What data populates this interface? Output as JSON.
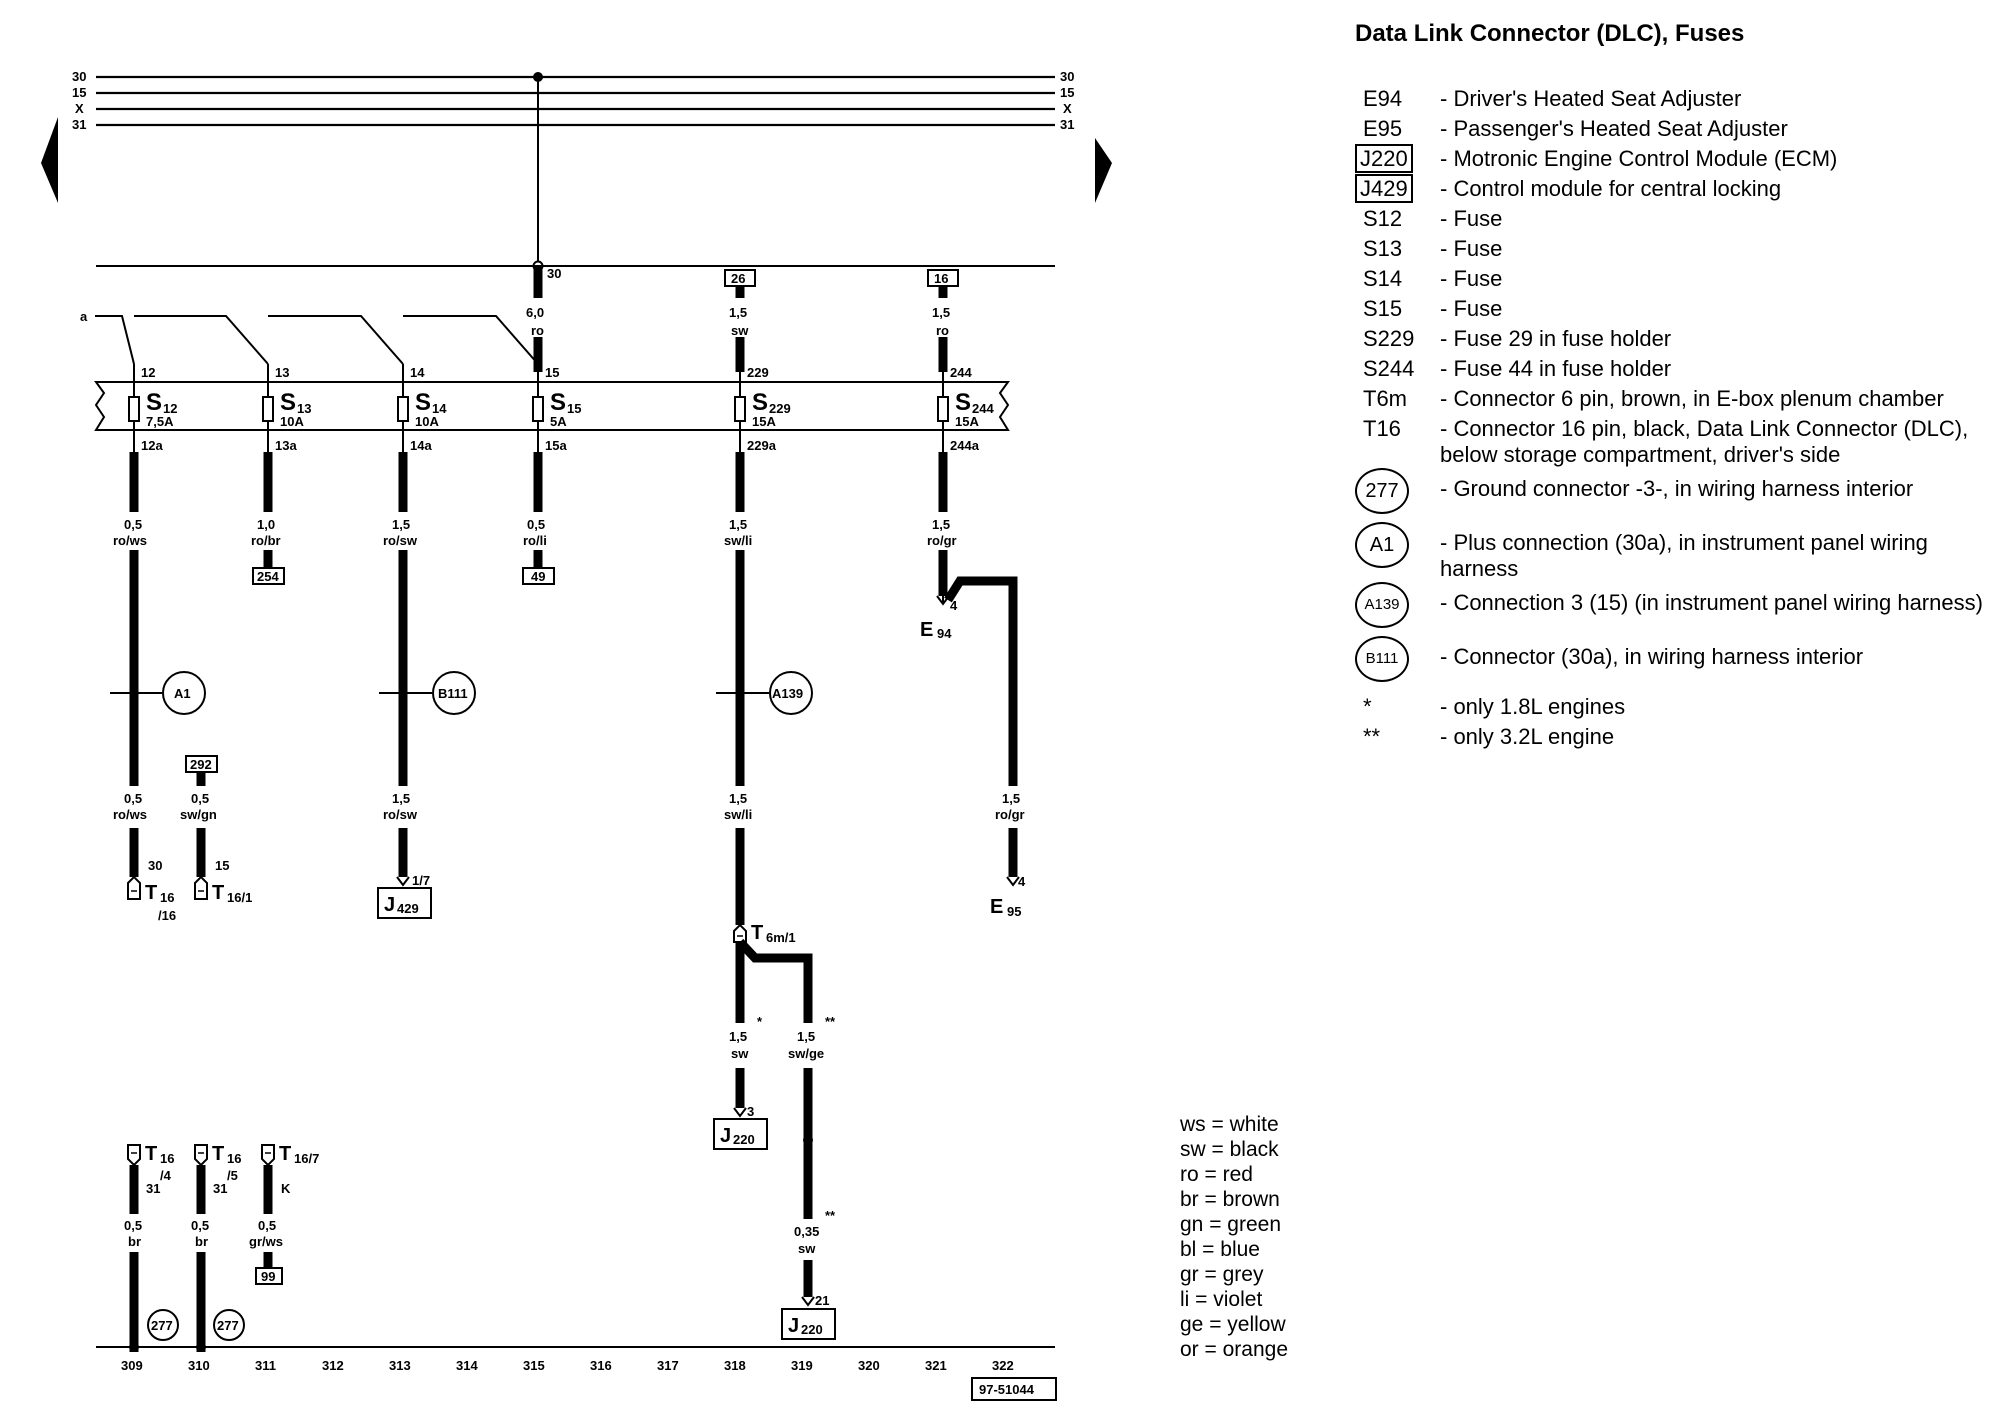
{
  "legend": {
    "title": "Data Link Connector (DLC), Fuses",
    "items": [
      {
        "code": "E94",
        "desc": "- Driver's Heated Seat Adjuster",
        "style": "plain"
      },
      {
        "code": "E95",
        "desc": "- Passenger's Heated Seat Adjuster",
        "style": "plain"
      },
      {
        "code": "J220",
        "desc": "- Motronic Engine Control Module (ECM)",
        "style": "boxed"
      },
      {
        "code": "J429",
        "desc": "- Control module for central locking",
        "style": "boxed"
      },
      {
        "code": "S12",
        "desc": "- Fuse",
        "style": "plain"
      },
      {
        "code": "S13",
        "desc": "- Fuse",
        "style": "plain"
      },
      {
        "code": "S14",
        "desc": "- Fuse",
        "style": "plain"
      },
      {
        "code": "S15",
        "desc": "- Fuse",
        "style": "plain"
      },
      {
        "code": "S229",
        "desc": "- Fuse 29 in fuse holder",
        "style": "plain"
      },
      {
        "code": "S244",
        "desc": "- Fuse 44 in fuse holder",
        "style": "plain"
      },
      {
        "code": "T6m",
        "desc": "- Connector 6 pin, brown, in E-box plenum chamber",
        "style": "plain"
      },
      {
        "code": "T16",
        "desc": "- Connector 16 pin, black, Data Link Connector (DLC), below storage compartment, driver's side",
        "style": "plain"
      },
      {
        "code": "277",
        "desc": "- Ground connector -3-, in wiring harness interior",
        "style": "circle"
      },
      {
        "code": "A1",
        "desc": "- Plus connection (30a), in instrument panel wiring harness",
        "style": "circle"
      },
      {
        "code": "A139",
        "desc": "- Connection 3 (15) (in instrument panel wiring harness)",
        "style": "circle-small"
      },
      {
        "code": "B111",
        "desc": "- Connector (30a), in wiring harness interior",
        "style": "circle-small"
      },
      {
        "code": "*",
        "desc": "- only 1.8L engines",
        "style": "plain"
      },
      {
        "code": "**",
        "desc": "- only 3.2L engine",
        "style": "plain"
      }
    ]
  },
  "color_codes": [
    "ws = white",
    "sw = black",
    "ro = red",
    "br = brown",
    "gn = green",
    "bl = blue",
    "gr = grey",
    "li = violet",
    "ge = yellow",
    "or = orange"
  ],
  "bus_labels": [
    "30",
    "15",
    "X",
    "31"
  ],
  "branch_label": "a",
  "fuses": [
    {
      "name": "S",
      "sub": "12",
      "rating": "7,5A",
      "in_term": "12",
      "out_term": "12a"
    },
    {
      "name": "S",
      "sub": "13",
      "rating": "10A",
      "in_term": "13",
      "out_term": "13a"
    },
    {
      "name": "S",
      "sub": "14",
      "rating": "10A",
      "in_term": "14",
      "out_term": "14a"
    },
    {
      "name": "S",
      "sub": "15",
      "rating": "5A",
      "in_term": "15",
      "out_term": "15a"
    },
    {
      "name": "S",
      "sub": "229",
      "rating": "15A",
      "in_term": "229",
      "out_term": "229a"
    },
    {
      "name": "S",
      "sub": "244",
      "rating": "15A",
      "in_term": "244",
      "out_term": "244a"
    }
  ],
  "supply_wires": [
    {
      "term": "30",
      "size": "6,0",
      "color": "ro"
    },
    {
      "ref": "26",
      "size": "1,5",
      "color": "sw"
    },
    {
      "ref": "16",
      "size": "1,5",
      "color": "ro"
    }
  ],
  "wires_below_fuses": [
    {
      "size": "0,5",
      "color": "ro/ws"
    },
    {
      "size": "1,0",
      "color": "ro/br",
      "ref": "254"
    },
    {
      "size": "1,5",
      "color": "ro/sw"
    },
    {
      "size": "0,5",
      "color": "ro/li",
      "ref": "49"
    },
    {
      "size": "1,5",
      "color": "sw/li"
    },
    {
      "size": "1,5",
      "color": "ro/gr"
    }
  ],
  "splices": [
    "A1",
    "B111",
    "A139"
  ],
  "lower_wires": [
    {
      "size": "0,5",
      "color": "ro/ws",
      "circuit": "30"
    },
    {
      "ref": "292",
      "size": "0,5",
      "color": "sw/gn",
      "circuit": "15"
    },
    {
      "size": "1,5",
      "color": "ro/sw"
    },
    {
      "size": "1,5",
      "color": "sw/li"
    },
    {
      "size": "1,5",
      "color": "ro/gr"
    }
  ],
  "components": {
    "e94": {
      "name": "E",
      "sub": "94",
      "pin": "4"
    },
    "e95": {
      "name": "E",
      "sub": "95",
      "pin": "4"
    },
    "j429": {
      "name": "J",
      "sub": "429",
      "pin": "1/7"
    },
    "j220a": {
      "name": "J",
      "sub": "220",
      "pin": "3"
    },
    "j220b": {
      "name": "J",
      "sub": "220",
      "pin": "21"
    },
    "t16_16": {
      "name": "T",
      "sub": "16",
      "pin": "/16"
    },
    "t16_1": {
      "name": "T",
      "sub": "16/1"
    },
    "t6m": {
      "name": "T",
      "sub": "6m/1"
    },
    "t16_4": {
      "name": "T",
      "sub": "16",
      "pin": "/4"
    },
    "t16_5": {
      "name": "T",
      "sub": "16",
      "pin": "/5"
    },
    "t16_7": {
      "name": "T",
      "sub": "16/7"
    }
  },
  "t6m_branches": [
    {
      "size": "1,5",
      "color": "sw",
      "note": "*"
    },
    {
      "size": "1,5",
      "color": "sw/ge",
      "note": "**"
    },
    {
      "size": "0,35",
      "color": "sw",
      "note": "**"
    }
  ],
  "ground_wires": [
    {
      "circuit": "31",
      "size": "0,5",
      "color": "br"
    },
    {
      "circuit": "31",
      "size": "0,5",
      "color": "br"
    },
    {
      "circuit": "K",
      "size": "0,5",
      "color": "gr/ws",
      "ref": "99"
    }
  ],
  "grounds": [
    "277",
    "277"
  ],
  "tracks": [
    "309",
    "310",
    "311",
    "312",
    "313",
    "314",
    "315",
    "316",
    "317",
    "318",
    "319",
    "320",
    "321",
    "322"
  ],
  "diagram_id": "97-51044"
}
